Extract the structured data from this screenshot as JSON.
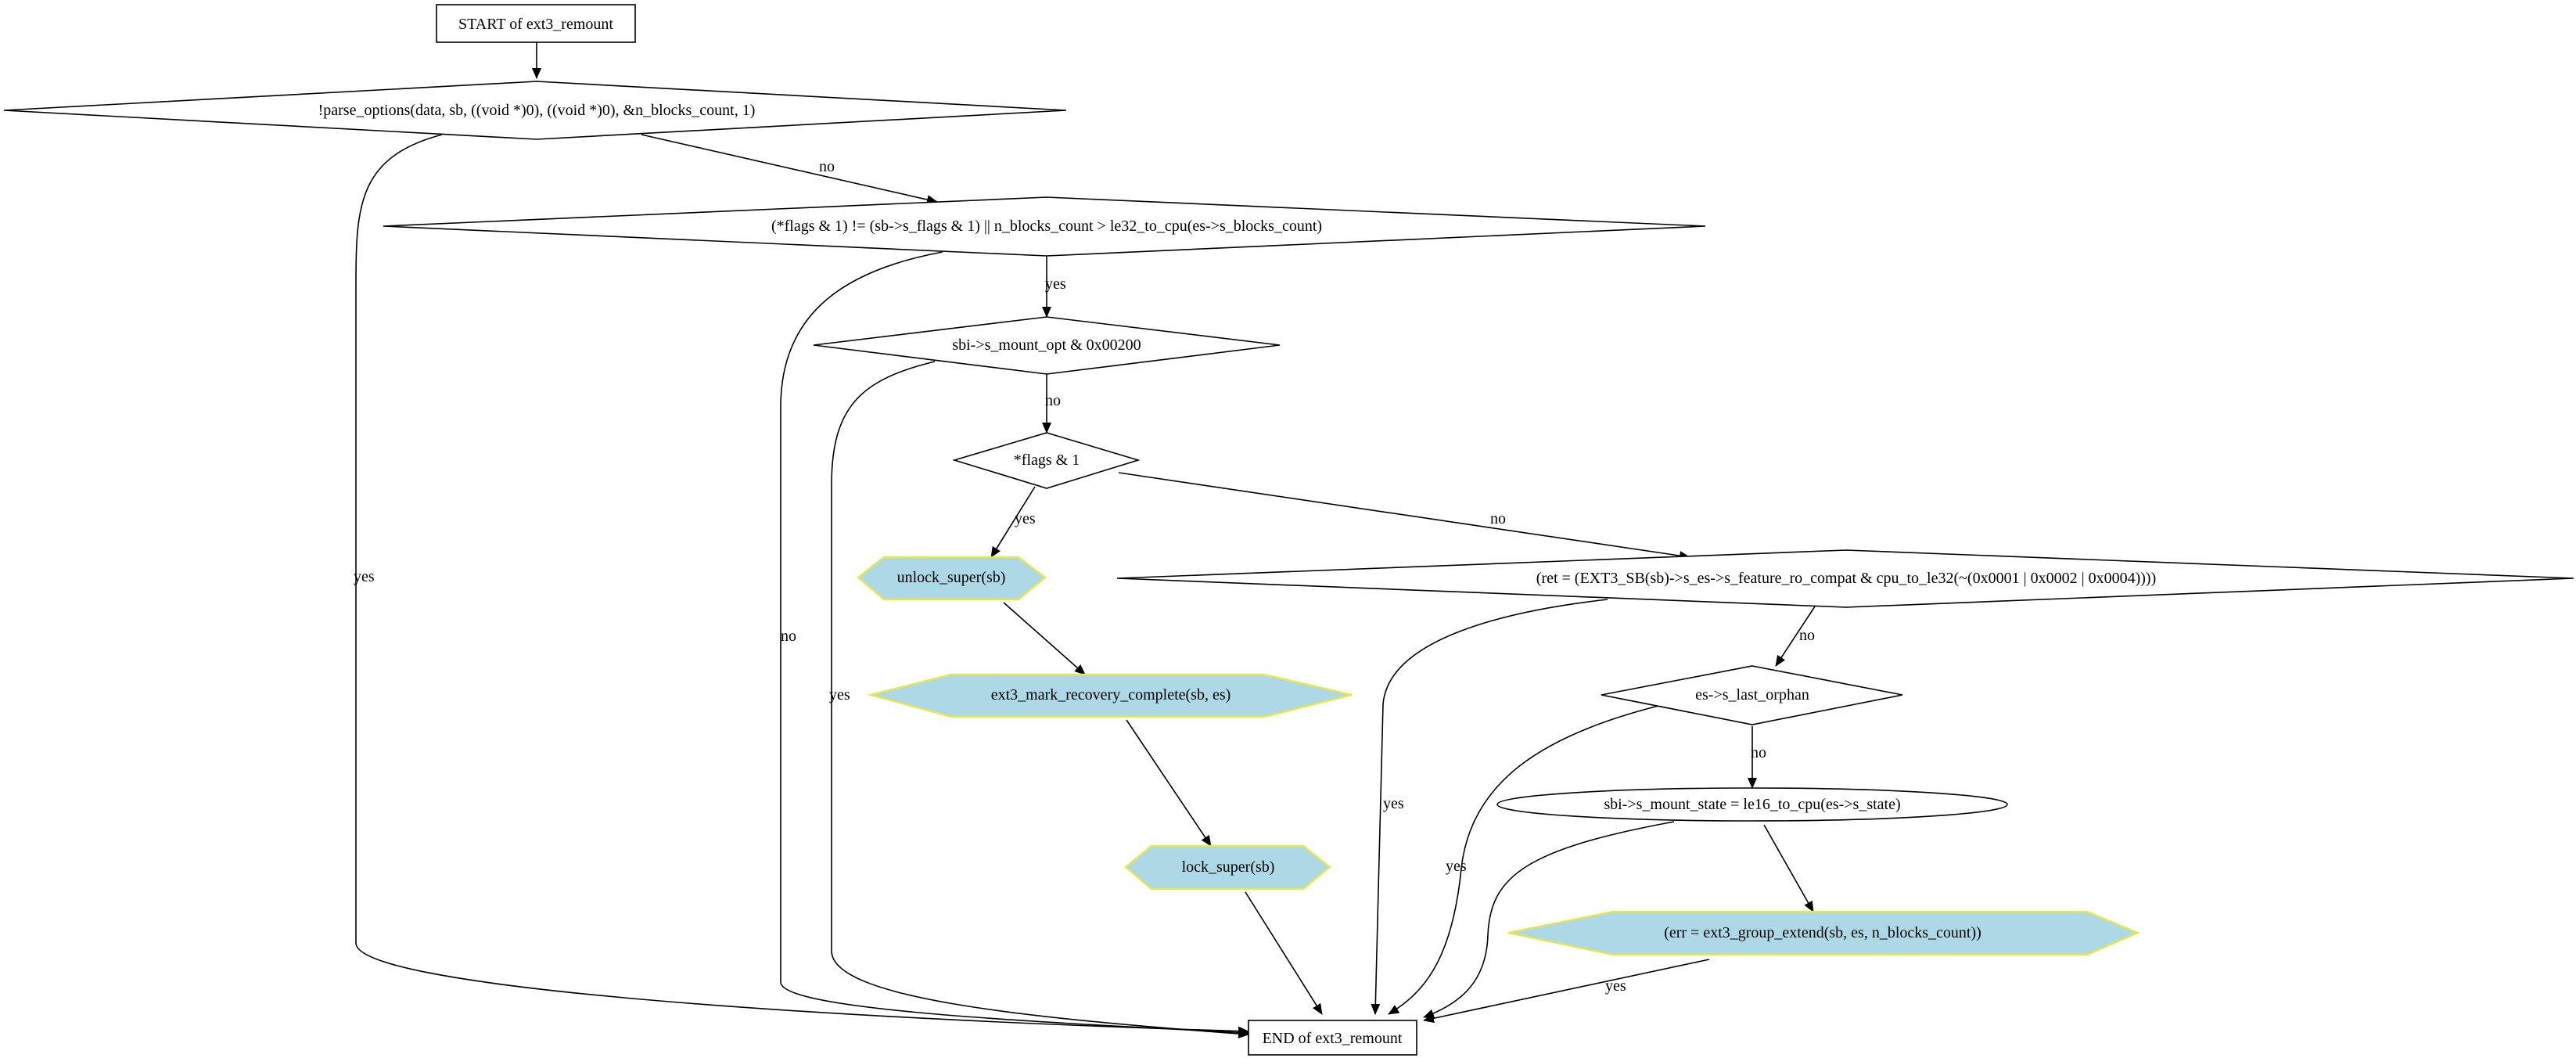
{
  "nodes": {
    "start": "START of ext3_remount",
    "parse": "!parse_options(data, sb, ((void *)0), ((void *)0), &n_blocks_count, 1)",
    "flags_cmp": "(*flags & 1) != (sb->s_flags & 1) || n_blocks_count > le32_to_cpu(es->s_blocks_count)",
    "mount_opt": "sbi->s_mount_opt & 0x00200",
    "flags1": "*flags & 1",
    "unlock": "unlock_super(sb)",
    "ret": "(ret = (EXT3_SB(sb)->s_es->s_feature_ro_compat & cpu_to_le32(~(0x0001 | 0x0002 | 0x0004))))",
    "mark": "ext3_mark_recovery_complete(sb, es)",
    "orphan": "es->s_last_orphan",
    "mount_state": "sbi->s_mount_state = le16_to_cpu(es->s_state)",
    "lock": "lock_super(sb)",
    "group_extend": "(err = ext3_group_extend(sb, es, n_blocks_count))",
    "end": "END of ext3_remount"
  },
  "edges": {
    "parse_yes": "yes",
    "parse_no": "no",
    "flags_cmp_yes": "yes",
    "flags_cmp_no": "no",
    "mount_opt_no": "no",
    "mount_opt_yes": "yes",
    "flags1_yes": "yes",
    "flags1_no": "no",
    "ret_yes": "yes",
    "ret_no": "no",
    "orphan_yes": "yes",
    "orphan_no": "no",
    "group_extend_yes": "yes"
  },
  "colors": {
    "action_fill": "#add8e6",
    "action_border": "#e8e84a"
  }
}
